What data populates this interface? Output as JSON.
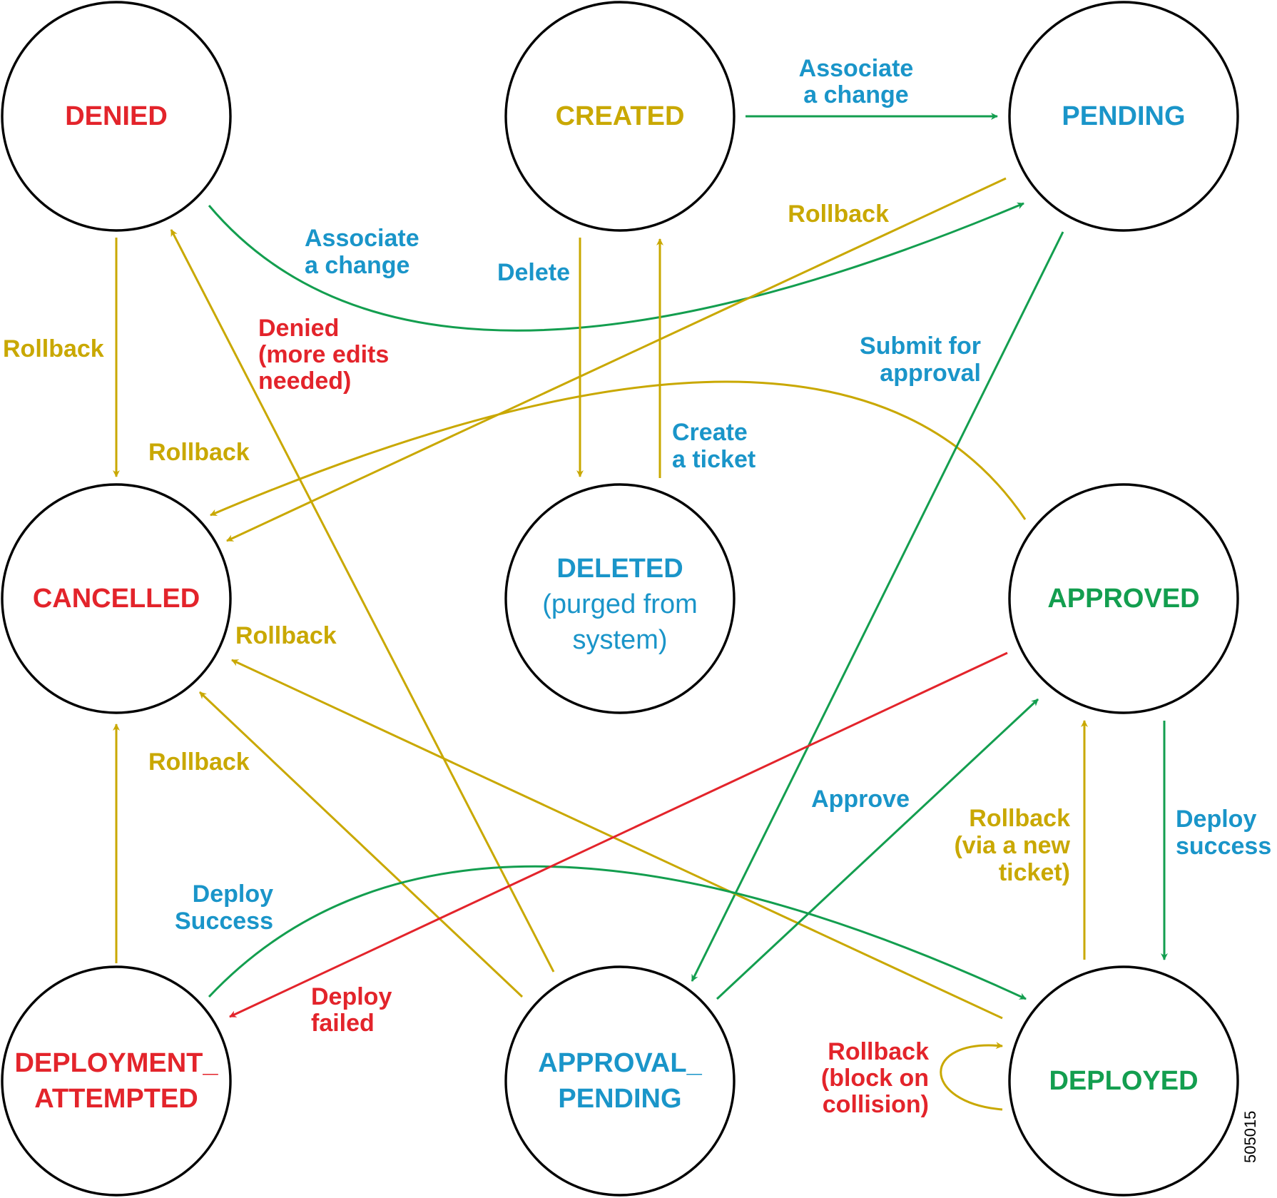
{
  "colors": {
    "red": "#e3242b",
    "gold": "#c9a800",
    "blue": "#1a95c9",
    "green": "#139e4f",
    "black": "#000000"
  },
  "states": {
    "denied": {
      "label": "DENIED",
      "color": "red"
    },
    "created": {
      "label": "CREATED",
      "color": "gold"
    },
    "pending": {
      "label": "PENDING",
      "color": "blue"
    },
    "cancelled": {
      "label": "CANCELLED",
      "color": "red"
    },
    "deleted": {
      "label": "DELETED",
      "sub1": "(purged from",
      "sub2": "system)",
      "color": "blue"
    },
    "approved": {
      "label": "APPROVED",
      "color": "green"
    },
    "deployment_attempted": {
      "line1": "DEPLOYMENT_",
      "line2": "ATTEMPTED",
      "color": "red"
    },
    "approval_pending": {
      "line1": "APPROVAL_",
      "line2": "PENDING",
      "color": "blue"
    },
    "deployed": {
      "label": "DEPLOYED",
      "color": "green"
    }
  },
  "edges": {
    "created_pending": {
      "line1": "Associate",
      "line2": "a change",
      "color": "blue"
    },
    "denied_pending": {
      "line1": "Associate",
      "line2": "a change",
      "color": "blue"
    },
    "pending_cancelled": {
      "label": "Rollback",
      "color": "gold"
    },
    "created_deleted": {
      "label": "Delete",
      "color": "blue"
    },
    "deleted_created": {
      "line1": "Create",
      "line2": "a ticket",
      "color": "blue"
    },
    "denied_cancelled": {
      "label": "Rollback",
      "color": "gold"
    },
    "approval_pending_denied": {
      "line1": "Denied",
      "line2": "(more edits",
      "line3": "needed)",
      "color": "red"
    },
    "approved_cancelled": {
      "label": "Rollback",
      "color": "gold"
    },
    "pending_approval_pending": {
      "line1": "Submit for",
      "line2": "approval",
      "color": "blue"
    },
    "deployed_cancelled": {
      "label": "Rollback",
      "color": "gold"
    },
    "approval_pending_cancelled": {
      "label": "Rollback",
      "color": "gold"
    },
    "approval_pending_approved": {
      "label": "Approve",
      "color": "blue"
    },
    "deployed_approved": {
      "line1": "Rollback",
      "line2": "(via a new",
      "line3": "ticket)",
      "color": "gold"
    },
    "approved_deployed": {
      "line1": "Deploy",
      "line2": "success",
      "color": "blue"
    },
    "deployment_attempted_deployed": {
      "line1": "Deploy",
      "line2": "Success",
      "color": "blue"
    },
    "approved_deployment_attempted": {
      "line1": "Deploy",
      "line2": "failed",
      "color": "red"
    },
    "deployed_self": {
      "line1": "Rollback",
      "line2": "(block on",
      "line3": "collision)",
      "color": "red"
    },
    "deployment_attempted_cancelled": {
      "color": "gold"
    }
  },
  "figure_id": "505015"
}
